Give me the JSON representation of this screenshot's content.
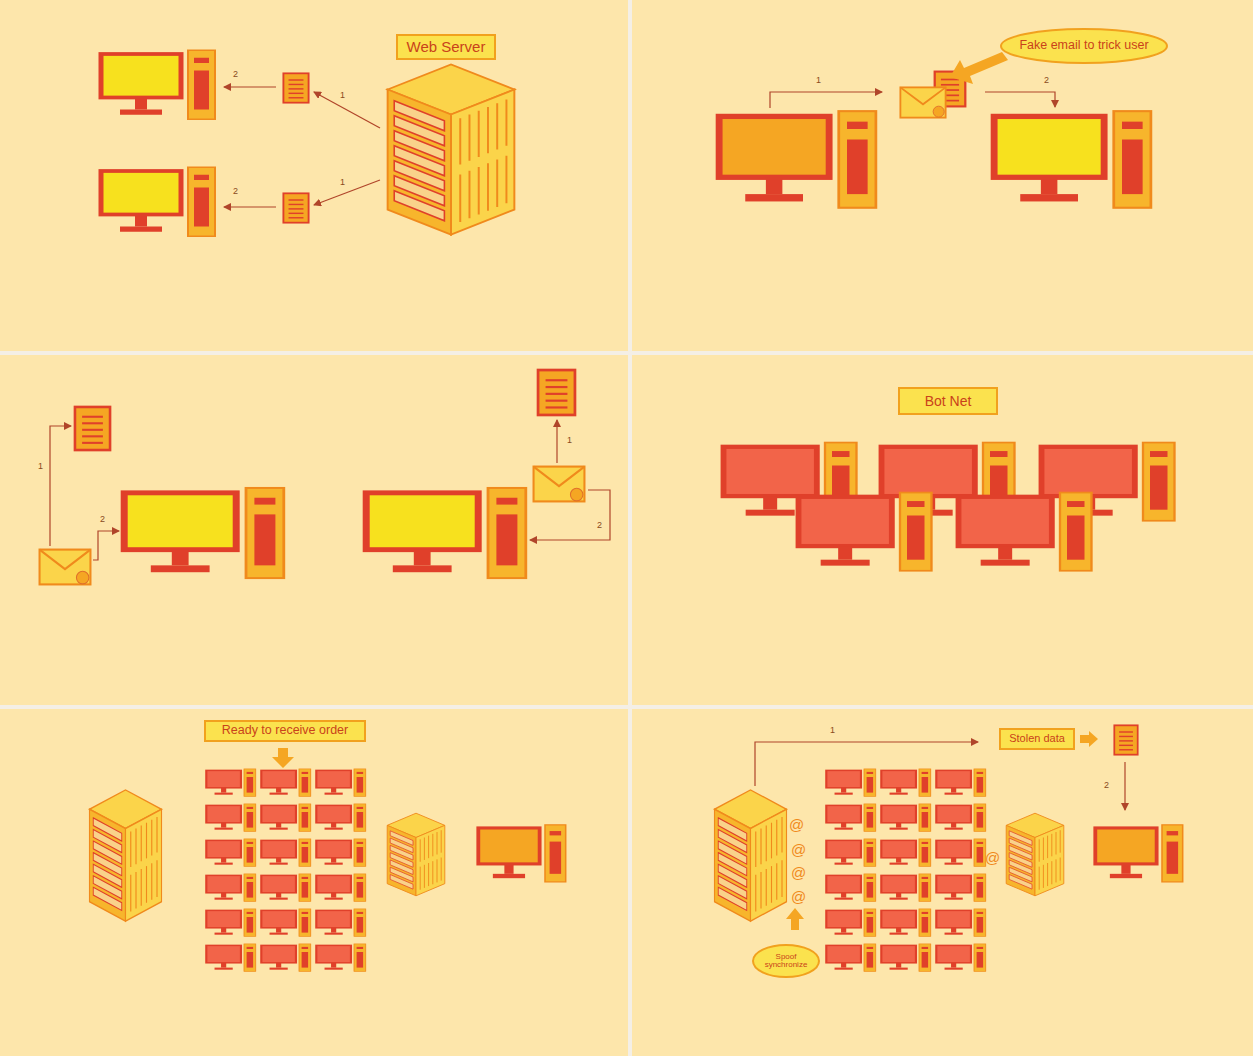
{
  "diagram": {
    "nodes": [
      {
        "text": [
          "Web Server"
        ]
      },
      {
        "text": [
          "Fake email to trick user"
        ]
      },
      {
        "text": [
          "Bot Net"
        ]
      },
      {
        "text": [
          "Ready to receive order"
        ]
      },
      {
        "text": [
          "Stolen data"
        ]
      },
      {
        "text": [
          "Spoof synchronize"
        ]
      }
    ],
    "labels": [
      "2",
      "1",
      "1",
      "2",
      "1",
      "2",
      "1",
      "2",
      "1",
      "2",
      "1",
      "2",
      "@",
      "@",
      "@",
      "@",
      "@"
    ]
  }
}
